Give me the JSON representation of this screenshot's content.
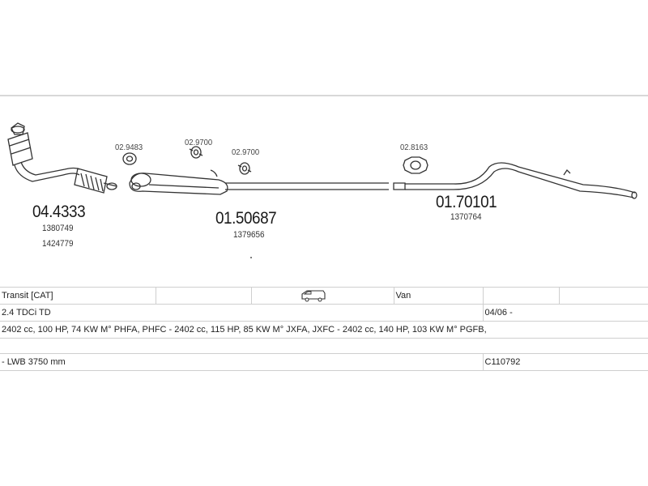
{
  "diagram": {
    "parts": [
      {
        "code": "04.4333"
      },
      {
        "code": "01.50687"
      },
      {
        "code": "01.70101"
      }
    ],
    "refs": [
      {
        "code": "1380749"
      },
      {
        "code": "1424779"
      },
      {
        "code": "1379656"
      },
      {
        "code": "1370764"
      }
    ],
    "fittings": [
      {
        "code": "02.9483"
      },
      {
        "code": "02.9700"
      },
      {
        "code": "02.9700"
      },
      {
        "code": "02.8163"
      }
    ]
  },
  "info": {
    "model": "Transit   [CAT]",
    "body_icon": "van-icon",
    "body": "Van",
    "engine": "2.4 TDCi TD",
    "years": "04/06 -",
    "variants": "2402 cc, 100 HP, 74 KW M° PHFA, PHFC - 2402 cc, 115 HP, 85 KW M° JXFA, JXFC - 2402 cc, 140 HP, 103 KW M° PGFB,",
    "wheelbase": "- LWB 3750 mm",
    "catalog_code": "C110792"
  }
}
